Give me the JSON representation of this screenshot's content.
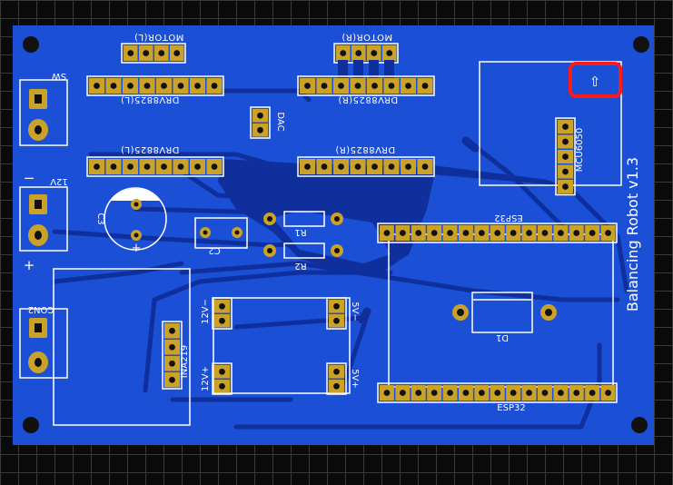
{
  "board": {
    "title": "Balancing Robot v1.3",
    "colors": {
      "board": "#1a4fd6",
      "copper_trace": "#0e2f9c",
      "pad": "#c9a227",
      "hole": "#111111",
      "silkscreen": "#ffffff",
      "highlight": "#ff1a1a"
    }
  },
  "labels": {
    "motor_l": "MOTOR(L)",
    "motor_r": "MOTOR(R)",
    "drv_l_top": "DRV8825(L)",
    "drv_r_top": "DRV8825(R)",
    "drv_l_mid": "DRV8825(L)",
    "drv_r_mid": "DRV8825(R)",
    "sw": "SW",
    "v12": "12V",
    "minus": "−",
    "plus": "+",
    "dac": "DAC",
    "c3": "C3",
    "c2": "C2",
    "r1": "R1",
    "r2": "R2",
    "con2": "CON2",
    "ina219": "INA219",
    "v12_minus": "12V−",
    "v12_plus": "12V+",
    "v5_minus": "5V−",
    "v5_plus": "5V+",
    "esp32_top": "ESP32",
    "esp32_bottom": "ESP32",
    "d1": "D1",
    "mcu6050": "MCU6050"
  },
  "highlight": {
    "icon": "up-arrow-icon",
    "glyph": "⇧"
  }
}
